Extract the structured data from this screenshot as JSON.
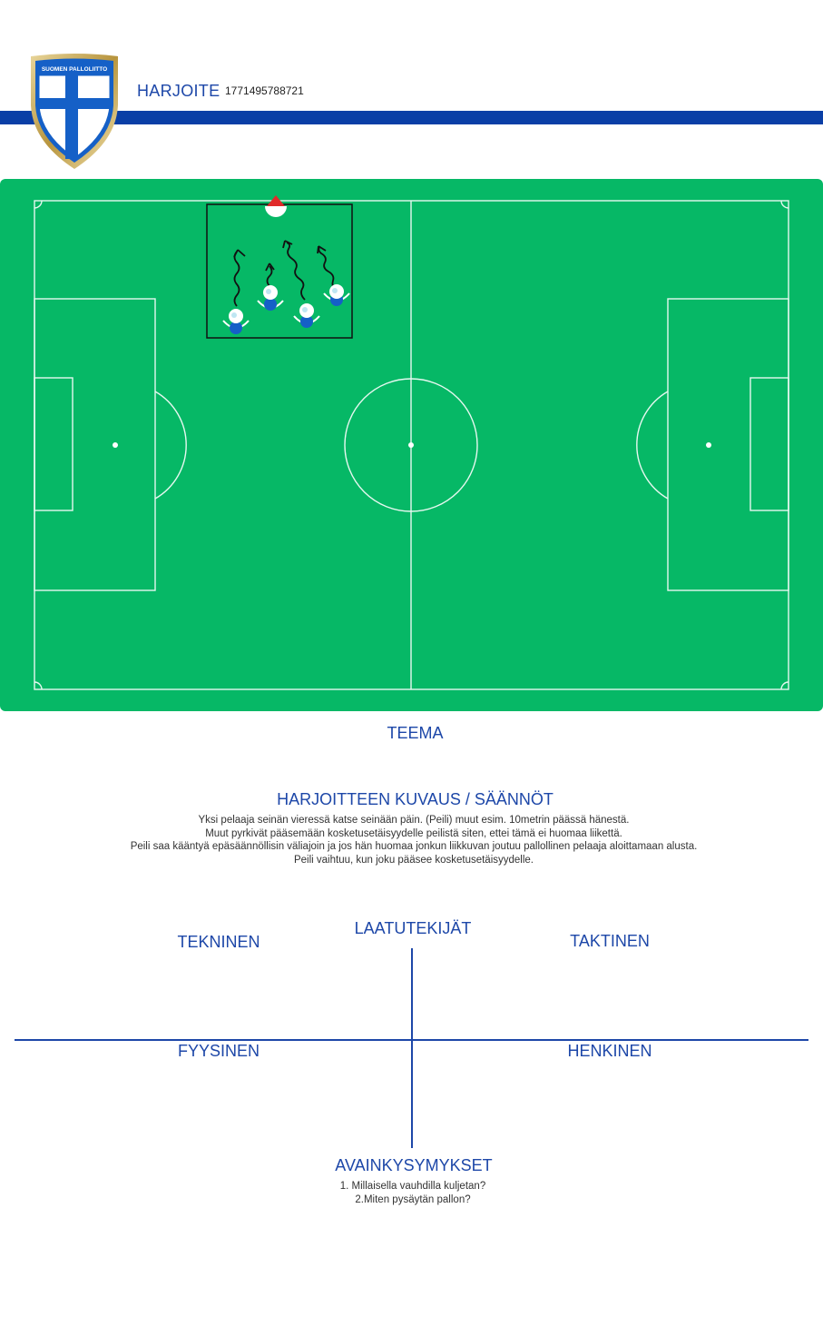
{
  "header": {
    "title": "HARJOITE",
    "doc_id": "1771495788721",
    "logo_text": "SUOMEN PALLOLIITTO"
  },
  "colors": {
    "brand_blue": "#0a3fa6",
    "text_blue": "#1d47a8",
    "pitch_green": "#06b866",
    "marker_red": "#e02a2a"
  },
  "sections": {
    "teema": "TEEMA",
    "description_title": "HARJOITTEEN KUVAUS / SÄÄNNÖT",
    "description_lines": [
      "Yksi pelaaja seinän vieressä katse seinään päin. (Peili) muut esim. 10metrin päässä hänestä.",
      "Muut pyrkivät pääsemään kosketusetäisyydelle peilistä siten, ettei tämä ei huomaa liikettä.",
      "Peili saa kääntyä epäsäännöllisin väliajoin ja jos hän huomaa jonkun liikkuvan joutuu pallollinen pelaaja aloittamaan alusta.",
      "Peili vaihtuu, kun joku pääsee kosketusetäisyydelle."
    ],
    "quadrant_title": "LAATUTEKIJÄT",
    "quadrants": {
      "technical": "TEKNINEN",
      "tactical": "TAKTINEN",
      "physical": "FYYSINEN",
      "mental": "HENKINEN"
    },
    "key_questions_title": "AVAINKYSYMYKSET",
    "key_questions": [
      "1. Millaisella vauhdilla kuljetan?",
      "2.Miten pysäytän pallon?"
    ]
  },
  "diagram": {
    "icons": [
      "football-pitch",
      "training-area-box",
      "cone-marker",
      "player-icon",
      "dribble-arrow-icon"
    ]
  }
}
